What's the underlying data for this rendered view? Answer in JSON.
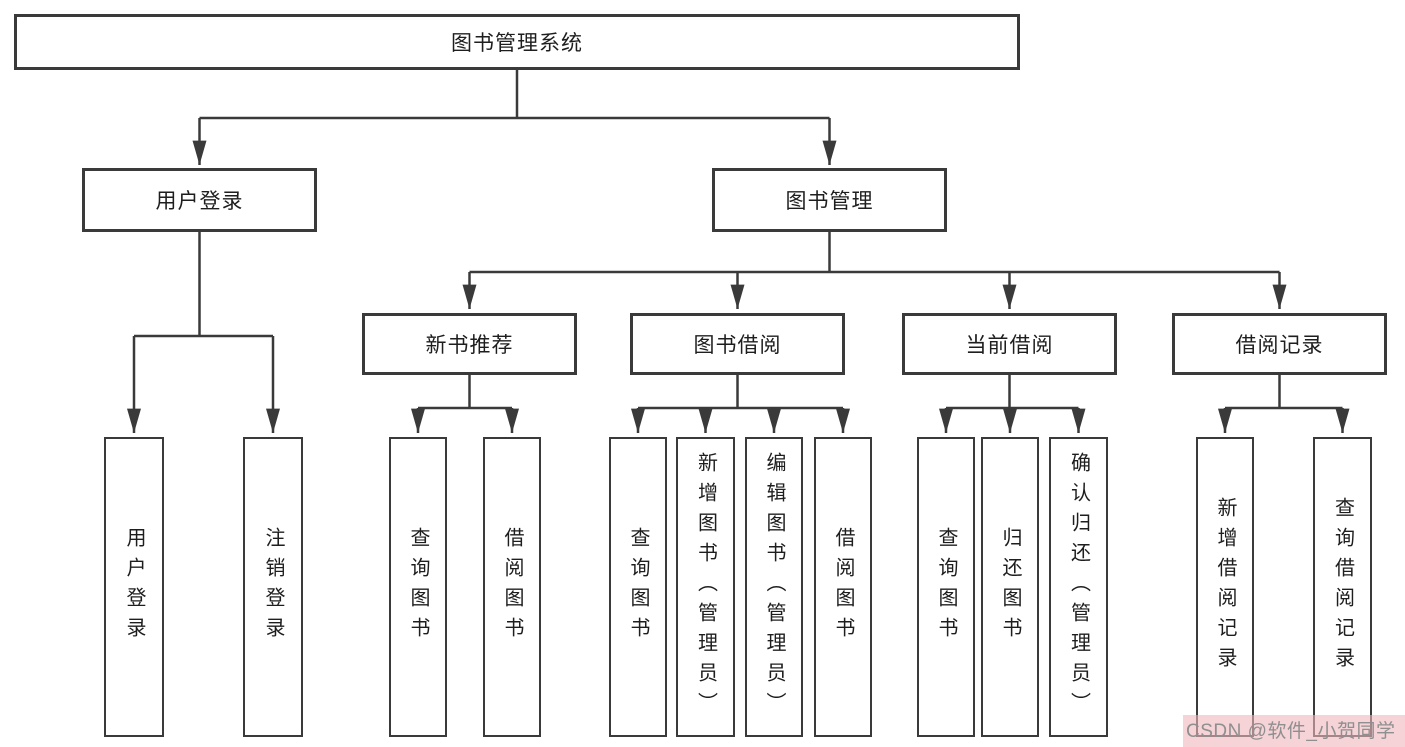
{
  "diagram": {
    "title": "图书管理系统",
    "type": "functional-structure-tree",
    "colors": {
      "line": "#3a3a3a",
      "box_border": "#3a3a3a",
      "box_fill": "#ffffff",
      "text": "#1e1e1e",
      "watermark_text": "#8f8f8f",
      "watermark_bg": "#eeb6bd"
    },
    "nodes": {
      "root": {
        "label": "图书管理系统"
      },
      "login": {
        "label": "用户登录"
      },
      "mgmt": {
        "label": "图书管理"
      },
      "login_user": {
        "label": "用户登录"
      },
      "login_logout": {
        "label": "注销登录"
      },
      "rec": {
        "label": "新书推荐"
      },
      "borrow": {
        "label": "图书借阅"
      },
      "current": {
        "label": "当前借阅"
      },
      "records": {
        "label": "借阅记录"
      },
      "rec_query": {
        "label": "查询图书"
      },
      "rec_borrow": {
        "label": "借阅图书"
      },
      "borrow_query": {
        "label": "查询图书"
      },
      "borrow_add": {
        "label": "新增图书（管理员）"
      },
      "borrow_edit": {
        "label": "编辑图书（管理员）"
      },
      "borrow_borrow": {
        "label": "借阅图书"
      },
      "cur_query": {
        "label": "查询图书"
      },
      "cur_return": {
        "label": "归还图书"
      },
      "cur_confirm": {
        "label": "确认归还（管理员）"
      },
      "records_add": {
        "label": "新增借阅记录"
      },
      "records_query": {
        "label": "查询借阅记录"
      }
    },
    "hierarchy": {
      "图书管理系统": {
        "用户登录": [
          "用户登录",
          "注销登录"
        ],
        "图书管理": {
          "新书推荐": [
            "查询图书",
            "借阅图书"
          ],
          "图书借阅": [
            "查询图书",
            "新增图书（管理员）",
            "编辑图书（管理员）",
            "借阅图书"
          ],
          "当前借阅": [
            "查询图书",
            "归还图书",
            "确认归还（管理员）"
          ],
          "借阅记录": [
            "新增借阅记录",
            "查询借阅记录"
          ]
        }
      }
    },
    "watermark": "CSDN @软件_小贺同学"
  }
}
